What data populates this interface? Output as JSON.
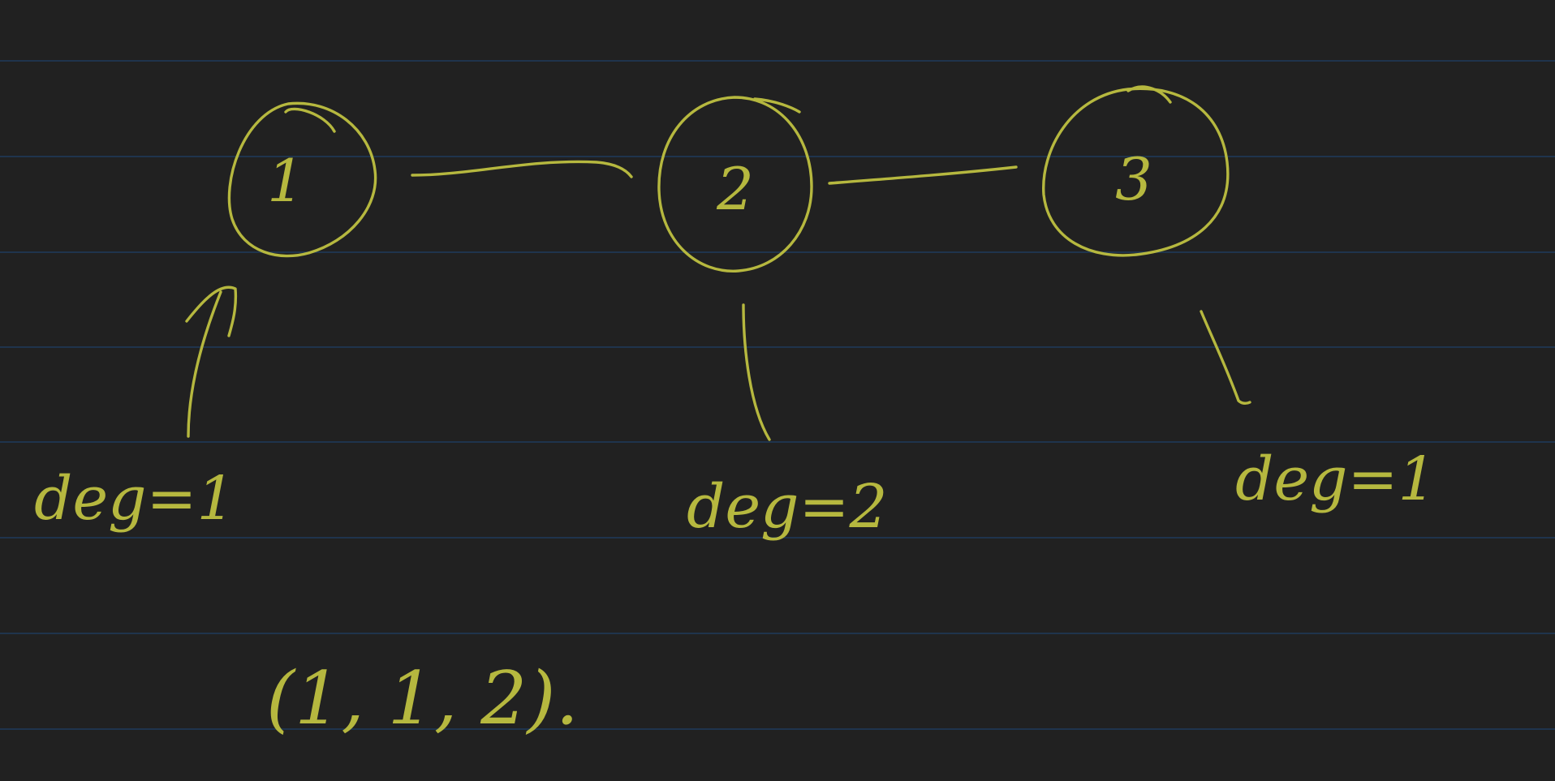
{
  "colors": {
    "background": "#212121",
    "rule_lines": "#1f3a5c",
    "ink": "#b6b83f"
  },
  "graph": {
    "nodes": [
      {
        "id": "1",
        "label": "1"
      },
      {
        "id": "2",
        "label": "2"
      },
      {
        "id": "3",
        "label": "3"
      }
    ],
    "edges": [
      {
        "from": "1",
        "to": "2"
      },
      {
        "from": "2",
        "to": "3"
      }
    ]
  },
  "annotations": {
    "deg_1": "deg=1",
    "deg_2": "deg=2",
    "deg_3": "deg=1",
    "degree_sequence": "(1, 1, 2)."
  }
}
